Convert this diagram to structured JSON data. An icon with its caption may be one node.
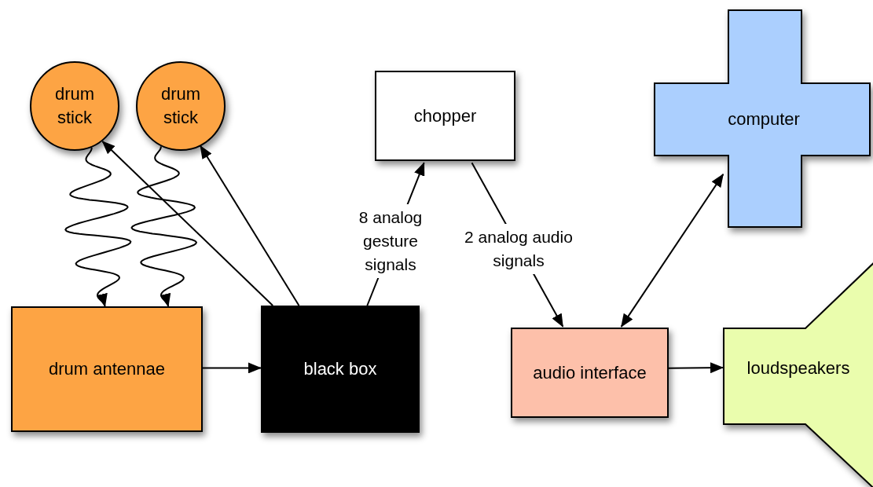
{
  "diagram": {
    "nodes": [
      {
        "text": [
          "drum stick"
        ]
      },
      {
        "text": [
          "drum stick"
        ]
      },
      {
        "text": [
          "chopper"
        ]
      },
      {
        "text": [
          "computer"
        ]
      },
      {
        "text": [
          "drum antennae"
        ]
      },
      {
        "text": [
          "black box"
        ]
      },
      {
        "text": [
          "audio interface"
        ]
      },
      {
        "text": [
          "loudspeakers"
        ]
      }
    ],
    "edges": [
      {
        "from": 0,
        "to": 4,
        "arrow": "to"
      },
      {
        "from": 1,
        "to": 4,
        "arrow": "to"
      },
      {
        "from": 5,
        "to": 0,
        "arrow": "to"
      },
      {
        "from": 5,
        "to": 1,
        "arrow": "to"
      },
      {
        "from": 5,
        "to": 2,
        "arrow": "to",
        "label": "8 analog gesture signals"
      },
      {
        "from": 2,
        "to": 6,
        "arrow": "to",
        "label": "2 analog audio signals"
      },
      {
        "from": 6,
        "to": 3,
        "arrow": "both"
      },
      {
        "from": 6,
        "to": 7,
        "arrow": "to"
      },
      {
        "from": 4,
        "to": 5,
        "arrow": "to"
      }
    ]
  }
}
